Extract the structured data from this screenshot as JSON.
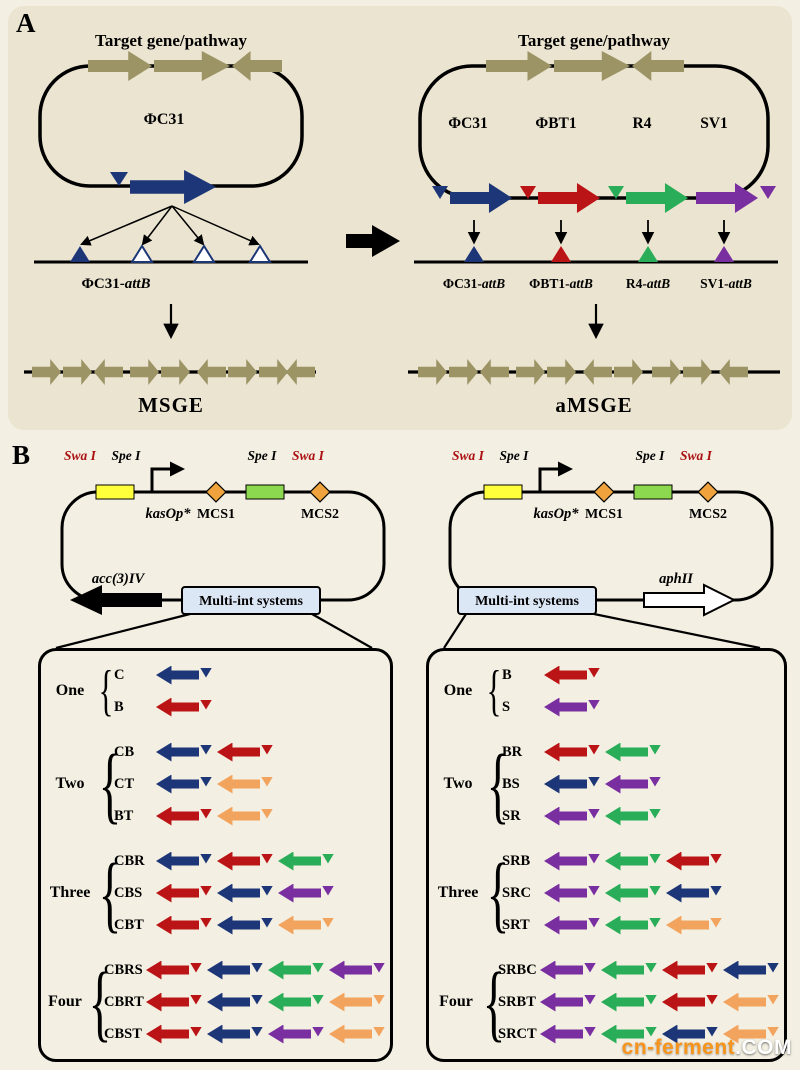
{
  "palette": {
    "navy": "#1c3677",
    "red": "#bb1416",
    "green": "#2aad58",
    "purple": "#7a2fa0",
    "orange": "#f2a45f",
    "olive": "#9c9465",
    "accent_red": "#c00000",
    "site_red": "#ab1113",
    "box_blue": "#dce7f5",
    "yellow": "#ffff3b",
    "lime": "#8cd94f",
    "diamond_orange": "#f0a33c"
  },
  "panelA": {
    "label": "A",
    "left": {
      "title": "Target gene/pathway",
      "gene": "ΦC31",
      "attb": {
        "prefix": "ΦC31-",
        "italic": "attB"
      },
      "result": "MSGE"
    },
    "right": {
      "title": "Target gene/pathway",
      "genes": [
        "ΦC31",
        "ΦBT1",
        "R4",
        "SV1"
      ],
      "attbs": [
        {
          "prefix": "ΦC31-",
          "italic": "attB"
        },
        {
          "prefix": "ΦBT1-",
          "italic": "attB"
        },
        {
          "prefix": "R4-",
          "italic": "attB"
        },
        {
          "prefix": "SV1-",
          "italic": "attB"
        }
      ],
      "result": "aMSGE"
    }
  },
  "panelB": {
    "label": "B",
    "plasmids": [
      {
        "sites": [
          "Swa I",
          "Spe I",
          "Spe I",
          "Swa I"
        ],
        "promoter": "kasOp*",
        "mcs": [
          "MCS1",
          "MCS2"
        ],
        "marker": "acc(3)IV",
        "box": "Multi-int systems"
      },
      {
        "sites": [
          "Swa I",
          "Spe I",
          "Spe I",
          "Swa I"
        ],
        "promoter": "kasOp*",
        "mcs": [
          "MCS1",
          "MCS2"
        ],
        "marker": "aphII",
        "box": "Multi-int systems"
      }
    ],
    "left_combos": {
      "groups": [
        {
          "name": "One",
          "items": [
            {
              "label": "C",
              "arrows": [
                "navy"
              ]
            },
            {
              "label": "B",
              "arrows": [
                "red"
              ]
            }
          ]
        },
        {
          "name": "Two",
          "items": [
            {
              "label": "CB",
              "arrows": [
                "navy",
                "red"
              ]
            },
            {
              "label": "CT",
              "arrows": [
                "navy",
                "orange"
              ]
            },
            {
              "label": "BT",
              "arrows": [
                "red",
                "orange"
              ]
            }
          ]
        },
        {
          "name": "Three",
          "items": [
            {
              "label": "CBR",
              "arrows": [
                "navy",
                "red",
                "green"
              ]
            },
            {
              "label": "CBS",
              "arrows": [
                "red",
                "navy",
                "purple"
              ]
            },
            {
              "label": "CBT",
              "arrows": [
                "red",
                "navy",
                "orange"
              ]
            }
          ]
        },
        {
          "name": "Four",
          "items": [
            {
              "label": "CBRS",
              "arrows": [
                "red",
                "navy",
                "green",
                "purple"
              ]
            },
            {
              "label": "CBRT",
              "arrows": [
                "red",
                "navy",
                "green",
                "orange"
              ]
            },
            {
              "label": "CBST",
              "arrows": [
                "red",
                "navy",
                "purple",
                "orange"
              ]
            }
          ]
        }
      ]
    },
    "right_combos": {
      "groups": [
        {
          "name": "One",
          "items": [
            {
              "label": "B",
              "arrows": [
                "red"
              ]
            },
            {
              "label": "S",
              "arrows": [
                "purple"
              ]
            }
          ]
        },
        {
          "name": "Two",
          "items": [
            {
              "label": "BR",
              "arrows": [
                "red",
                "green"
              ]
            },
            {
              "label": "BS",
              "arrows": [
                "navy",
                "purple"
              ]
            },
            {
              "label": "SR",
              "arrows": [
                "purple",
                "green"
              ]
            }
          ]
        },
        {
          "name": "Three",
          "items": [
            {
              "label": "SRB",
              "arrows": [
                "purple",
                "green",
                "red"
              ]
            },
            {
              "label": "SRC",
              "arrows": [
                "purple",
                "green",
                "navy"
              ]
            },
            {
              "label": "SRT",
              "arrows": [
                "purple",
                "green",
                "orange"
              ]
            }
          ]
        },
        {
          "name": "Four",
          "items": [
            {
              "label": "SRBC",
              "arrows": [
                "purple",
                "green",
                "red",
                "navy"
              ]
            },
            {
              "label": "SRBT",
              "arrows": [
                "purple",
                "green",
                "red",
                "orange"
              ]
            },
            {
              "label": "SRCT",
              "arrows": [
                "purple",
                "green",
                "navy",
                "orange"
              ]
            }
          ]
        }
      ]
    }
  },
  "watermark": {
    "prefix": "cn-ferment",
    "suffix": ".COM"
  }
}
